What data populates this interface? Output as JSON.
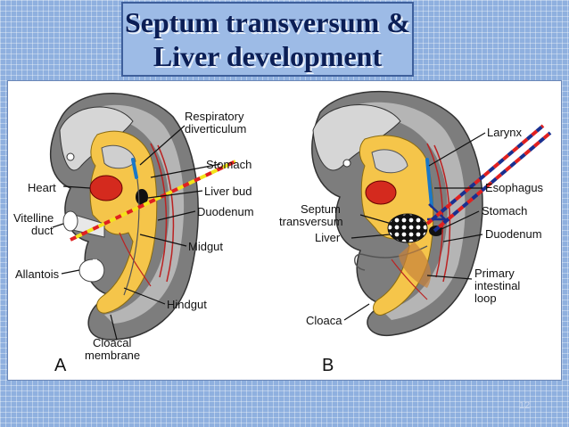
{
  "slide": {
    "title_line1": "Septum transversum &",
    "title_line2": "Liver development",
    "page_number": "12"
  },
  "panel_a": {
    "letter": "A",
    "labels": {
      "respiratory_1": "Respiratory",
      "respiratory_2": "diverticulum",
      "stomach": "Stomach",
      "heart": "Heart",
      "liver_bud": "Liver bud",
      "duodenum": "Duodenum",
      "vitelline_1": "Vitelline",
      "vitelline_2": "duct",
      "midgut": "Midgut",
      "allantois": "Allantois",
      "hindgut": "Hindgut",
      "cloacal_1": "Cloacal",
      "cloacal_2": "membrane"
    }
  },
  "panel_b": {
    "letter": "B",
    "labels": {
      "larynx": "Larynx",
      "esophagus": "Esophagus",
      "septum_1": "Septum",
      "septum_2": "transversum",
      "stomach": "Stomach",
      "liver": "Liver",
      "duodenum": "Duodenum",
      "primary_1": "Primary",
      "primary_2": "intestinal",
      "primary_3": "loop",
      "cloaca": "Cloaca"
    }
  },
  "colors": {
    "embryo_gray": "#7d7d7d",
    "embryo_light": "#c9c9c9",
    "endoderm_yellow": "#f5c54a",
    "heart_red": "#d42a1e",
    "dash_red": "#e02020",
    "dash_yellow": "#f3e31a",
    "dash_blue": "#1a2f8f"
  }
}
